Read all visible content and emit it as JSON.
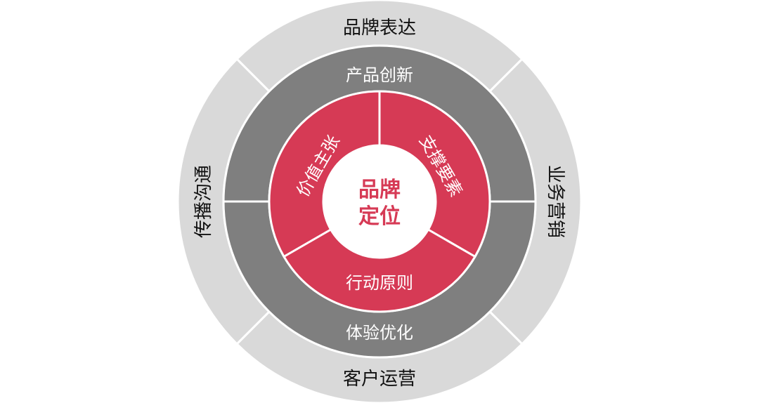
{
  "center": {
    "line1": "品牌",
    "line2": "定位"
  },
  "inner_ring": [
    {
      "label": "价值主张"
    },
    {
      "label": "支撑要素"
    },
    {
      "label": "行动原则"
    }
  ],
  "middle_ring": [
    {
      "label": "产品创新"
    },
    {
      "label": "体验优化"
    }
  ],
  "outer_ring": [
    {
      "label": "品牌表达"
    },
    {
      "label": "业务营销"
    },
    {
      "label": "客户运营"
    },
    {
      "label": "传播沟通"
    }
  ],
  "colors": {
    "outer": "#d9d9d9",
    "middle": "#7f7f7f",
    "inner": "#d63a55",
    "center_text": "#d63a55",
    "divider": "#ffffff"
  }
}
